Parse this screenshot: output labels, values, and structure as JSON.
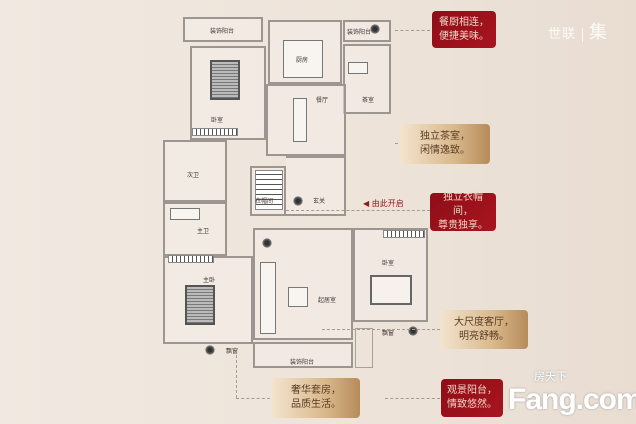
{
  "logo": {
    "brand": "世联",
    "mark": "集"
  },
  "watermark": {
    "brand": "Fang.com",
    "chinese": "房天下"
  },
  "rooms": {
    "balcony_top_left": "装饰阳台",
    "kitchen": "厨房",
    "balcony_top_right": "装饰阳台",
    "bedroom_upper": "卧室",
    "dining": "餐厅",
    "tea_room": "茶室",
    "second_bath": "次卫",
    "cloakroom": "衣帽间",
    "foyer": "玄关",
    "master_bath": "主卫",
    "master_bedroom": "主卧",
    "living_room": "起居室",
    "bedroom_right": "卧室",
    "bay_window_left": "飘窗",
    "bay_window_right": "飘窗",
    "balcony_bottom": "装饰阳台"
  },
  "entrance_label": "由此开启",
  "callouts": [
    {
      "line1": "餐厨相连，",
      "line2": "便捷美味。",
      "style": "red"
    },
    {
      "line1": "独立茶室，",
      "line2": "闲情逸致。",
      "style": "gold"
    },
    {
      "line1": "独立衣帽间，",
      "line2": "尊贵独享。",
      "style": "red"
    },
    {
      "line1": "大尺度客厅，",
      "line2": "明亮舒畅。",
      "style": "gold"
    },
    {
      "line1": "奢华套房，",
      "line2": "品质生活。",
      "style": "gold"
    },
    {
      "line1": "观景阳台，",
      "line2": "情致悠然。",
      "style": "red"
    }
  ],
  "colors": {
    "red": "#9b111c",
    "gold": "#d9b98c",
    "background": "#ede3d9"
  }
}
